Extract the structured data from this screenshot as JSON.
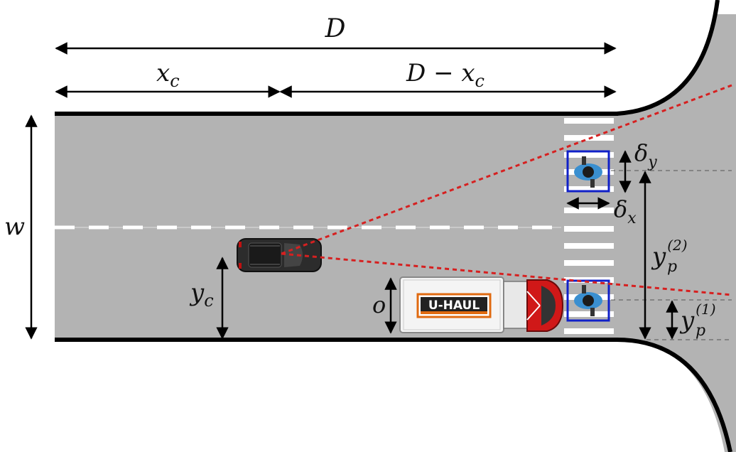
{
  "colors": {
    "road": "#b3b3b3",
    "road_edge": "#000000",
    "lane_marking": "#ffffff",
    "sight_line": "#d62020",
    "pedestrian_box": "#1020c8",
    "truck_accent": "#e06a10",
    "car_body": "#2c2c2c",
    "truck_cab": "#d01818"
  },
  "labels": {
    "D": "D",
    "x_c": "x",
    "x_c_sub": "c",
    "D_minus_x_c": "D − x",
    "D_minus_x_c_sub": "c",
    "w": "w",
    "y_c": "y",
    "y_c_sub": "c",
    "o": "o",
    "delta_y": "δ",
    "delta_y_sub": "y",
    "delta_x": "δ",
    "delta_x_sub": "x",
    "y_p2": "y",
    "y_p2_sub": "p",
    "y_p2_sup": "(2)",
    "y_p1": "y",
    "y_p1_sub": "p",
    "y_p1_sup": "(1)"
  },
  "truck_logo": "U-HAUL",
  "icons": {
    "car": "car-top-view-icon",
    "truck": "moving-truck-top-view-icon",
    "pedestrian": "pedestrian-top-view-icon"
  }
}
